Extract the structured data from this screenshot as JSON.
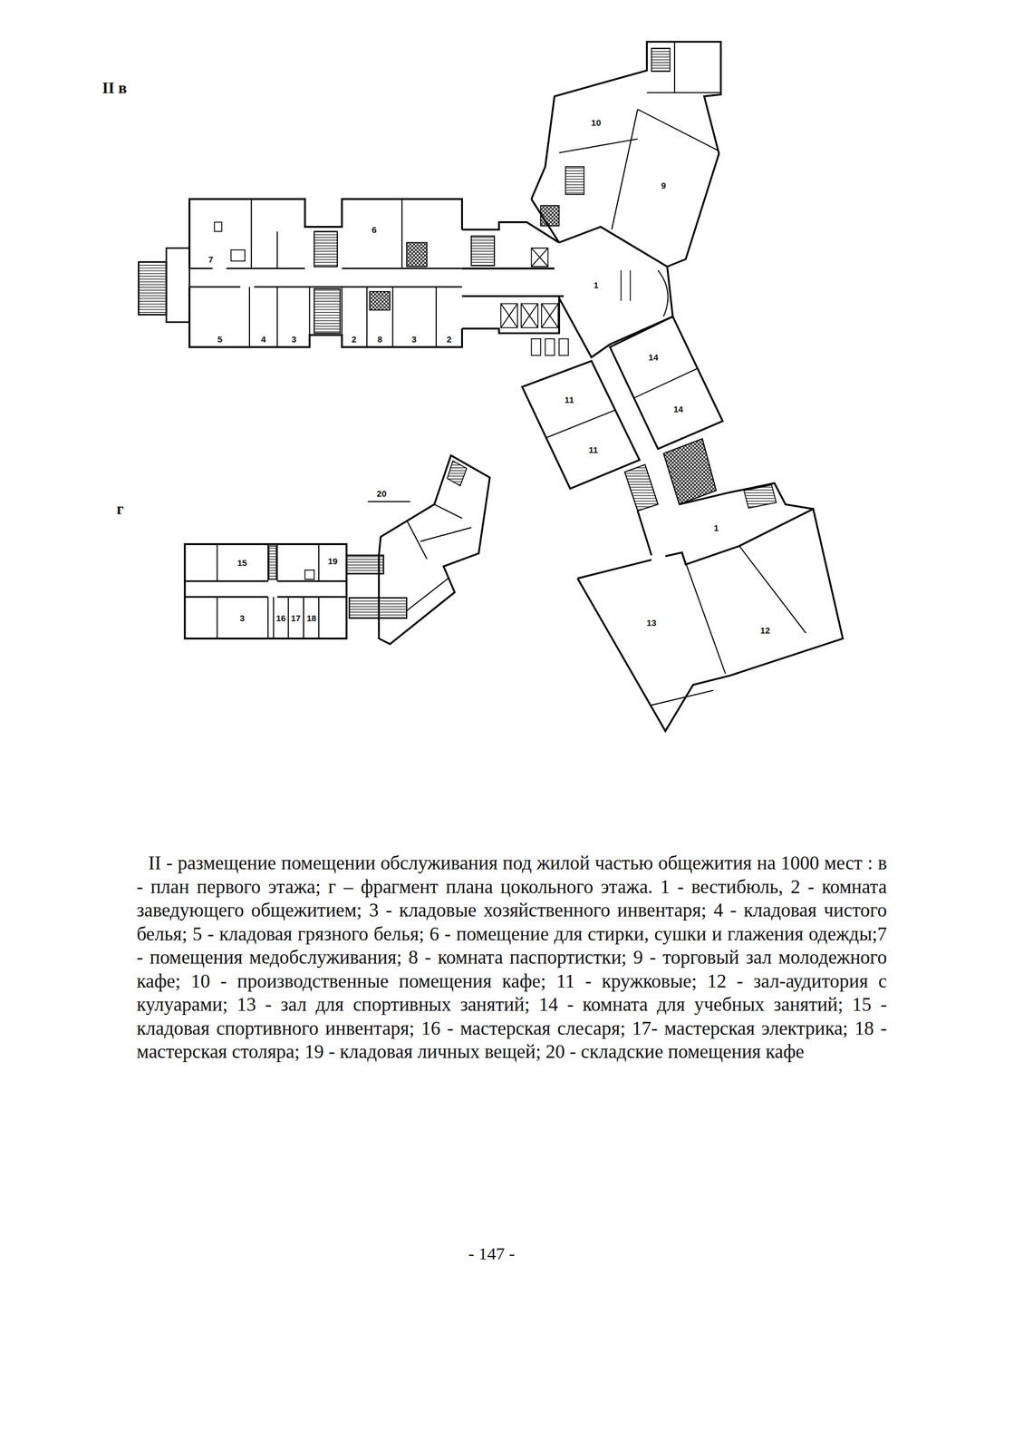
{
  "diagram": {
    "caption": "II - размещение помещении обслуживания под жилой частью общежития на 1000 мест : в - план первого этажа; г – фрагмент плана цокольного этажа. 1 - вестибюль, 2 - комната заведующего общежитием; 3 - кладовые хозяйственного инвентаря; 4 - кладовая чистого белья; 5 - кладовая грязного белья; 6 - помещение для стирки, сушки и глажения одежды;7 - помещения медобслуживания; 8 - комната паспортистки; 9 - торговый зал молодежного кафе; 10 - производственные помещения кафе; 11 - кружковые; 12 - зал-аудитория с кулуарами; 13 - зал для спортивных занятий; 14 - комната для учебных занятий; 15 - кладовая спортивного инвентаря; 16 - мастерская слесаря; 17- мастерская электрика; 18 - мастерская столяра; 19 - кладовая личных вещей; 20 - складские помещения кафе",
    "labels": [
      "II в",
      "10",
      "9",
      "6",
      "7",
      "1",
      "5",
      "4",
      "3",
      "2",
      "8",
      "3",
      "2",
      "14",
      "11",
      "14",
      "11",
      "20",
      "г",
      "1",
      "15",
      "19",
      "3",
      "16",
      "17",
      "18",
      "13",
      "12",
      "- 147 -"
    ]
  }
}
